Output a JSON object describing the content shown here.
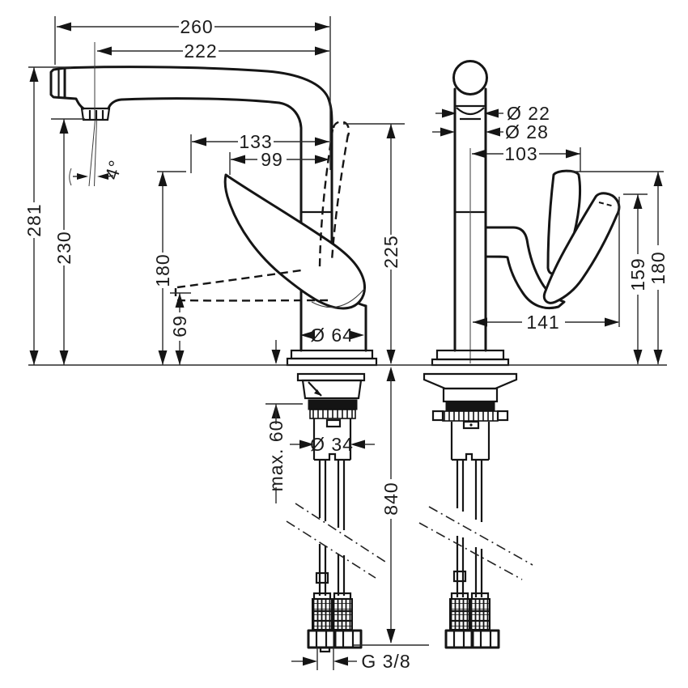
{
  "drawing": {
    "background": "#ffffff",
    "line_color": "#151515",
    "labels": {
      "d260": "260",
      "d222": "222",
      "d133": "133",
      "d99": "99",
      "d4deg": "4°",
      "d281": "281",
      "d230": "230",
      "d180_left": "180",
      "d69": "69",
      "d225": "225",
      "d64": "Ø 64",
      "dmax60": "max. 60",
      "d34": "Ø 34",
      "d840": "840",
      "dg38": "G 3/8",
      "d22": "Ø 22",
      "d28": "Ø 28",
      "d103": "103",
      "d141": "141",
      "d159": "159",
      "d180_right": "180"
    }
  }
}
